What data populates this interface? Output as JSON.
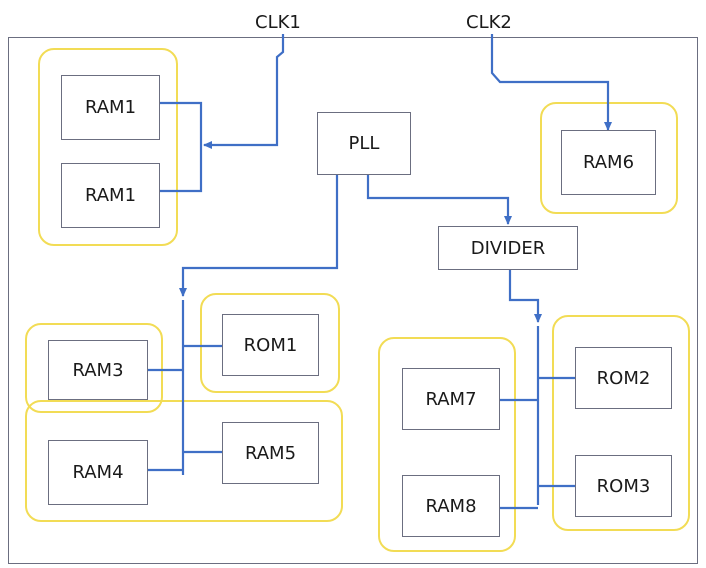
{
  "clock_inputs": [
    "CLK1",
    "CLK2"
  ],
  "blocks": {
    "pll": "PLL",
    "divider": "DIVIDER",
    "ram1_top": "RAM1",
    "ram1_bottom": "RAM1",
    "ram6": "RAM6",
    "ram3": "RAM3",
    "ram4": "RAM4",
    "ram5": "RAM5",
    "rom1": "ROM1",
    "ram7": "RAM7",
    "ram8": "RAM8",
    "rom2": "ROM2",
    "rom3": "ROM3"
  },
  "colors": {
    "wire": "#3f6fc6",
    "group_outline": "#f2dc55",
    "block_border": "#6b6e80"
  }
}
